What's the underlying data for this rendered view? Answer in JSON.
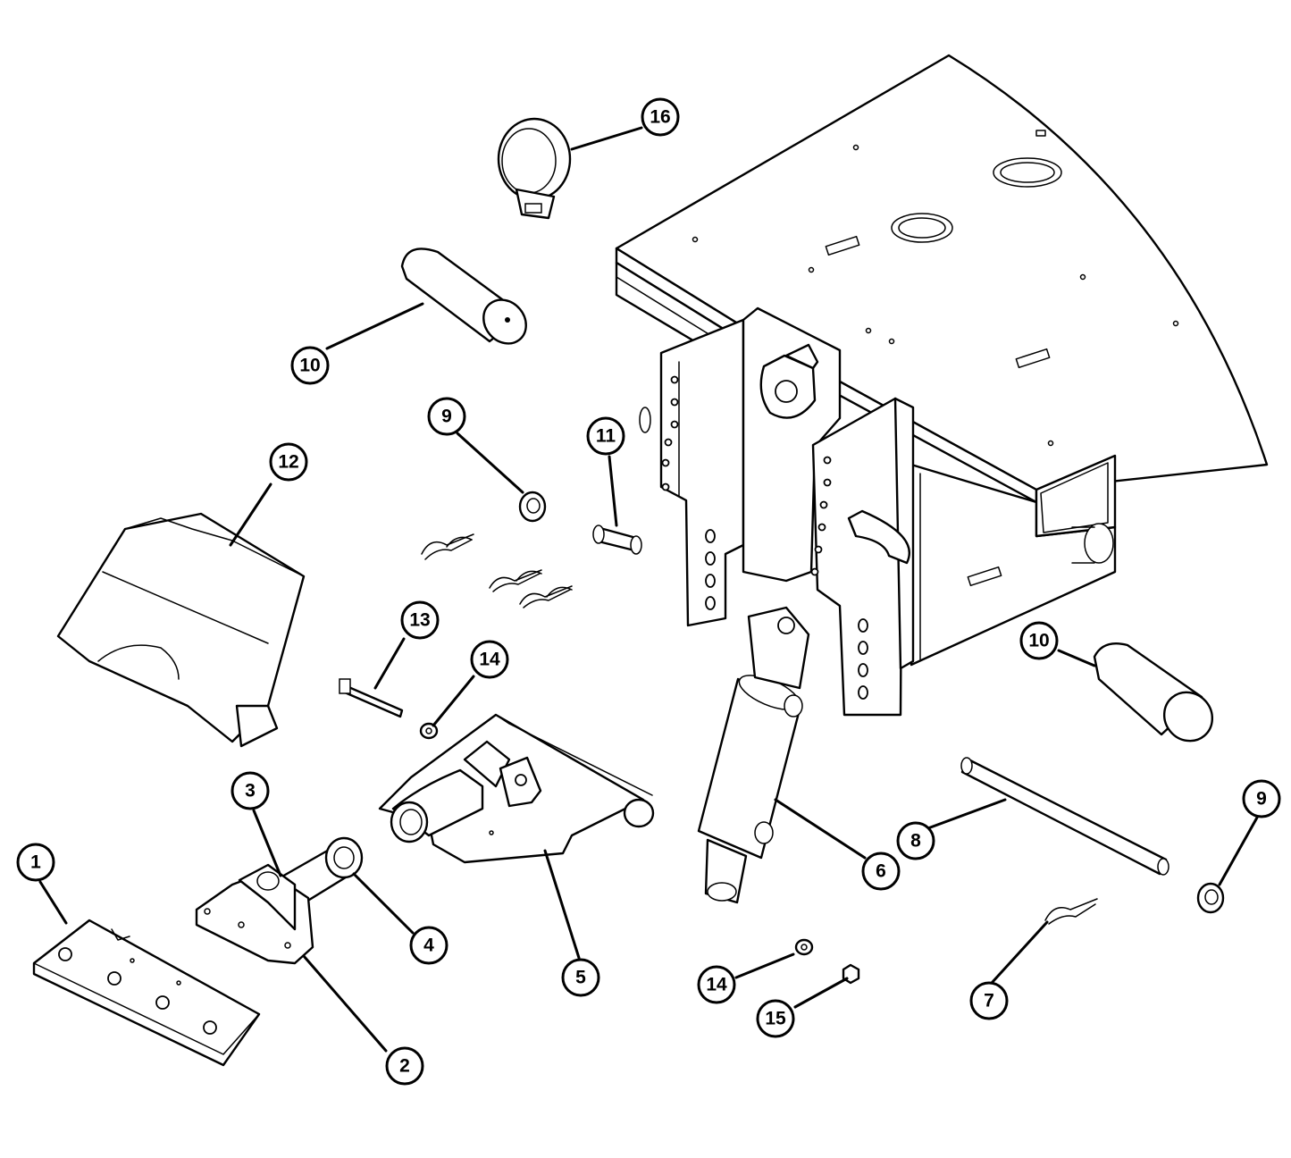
{
  "callouts": [
    {
      "id": "c1",
      "label": "1"
    },
    {
      "id": "c2",
      "label": "2"
    },
    {
      "id": "c3",
      "label": "3"
    },
    {
      "id": "c4",
      "label": "4"
    },
    {
      "id": "c5",
      "label": "5"
    },
    {
      "id": "c6",
      "label": "6"
    },
    {
      "id": "c7",
      "label": "7"
    },
    {
      "id": "c8",
      "label": "8"
    },
    {
      "id": "c9a",
      "label": "9"
    },
    {
      "id": "c9b",
      "label": "9"
    },
    {
      "id": "c10a",
      "label": "10"
    },
    {
      "id": "c10b",
      "label": "10"
    },
    {
      "id": "c11",
      "label": "11"
    },
    {
      "id": "c12",
      "label": "12"
    },
    {
      "id": "c13",
      "label": "13"
    },
    {
      "id": "c14a",
      "label": "14"
    },
    {
      "id": "c14b",
      "label": "14"
    },
    {
      "id": "c15",
      "label": "15"
    },
    {
      "id": "c16",
      "label": "16"
    }
  ],
  "colors": {
    "line": "#000000",
    "background": "#ffffff"
  }
}
